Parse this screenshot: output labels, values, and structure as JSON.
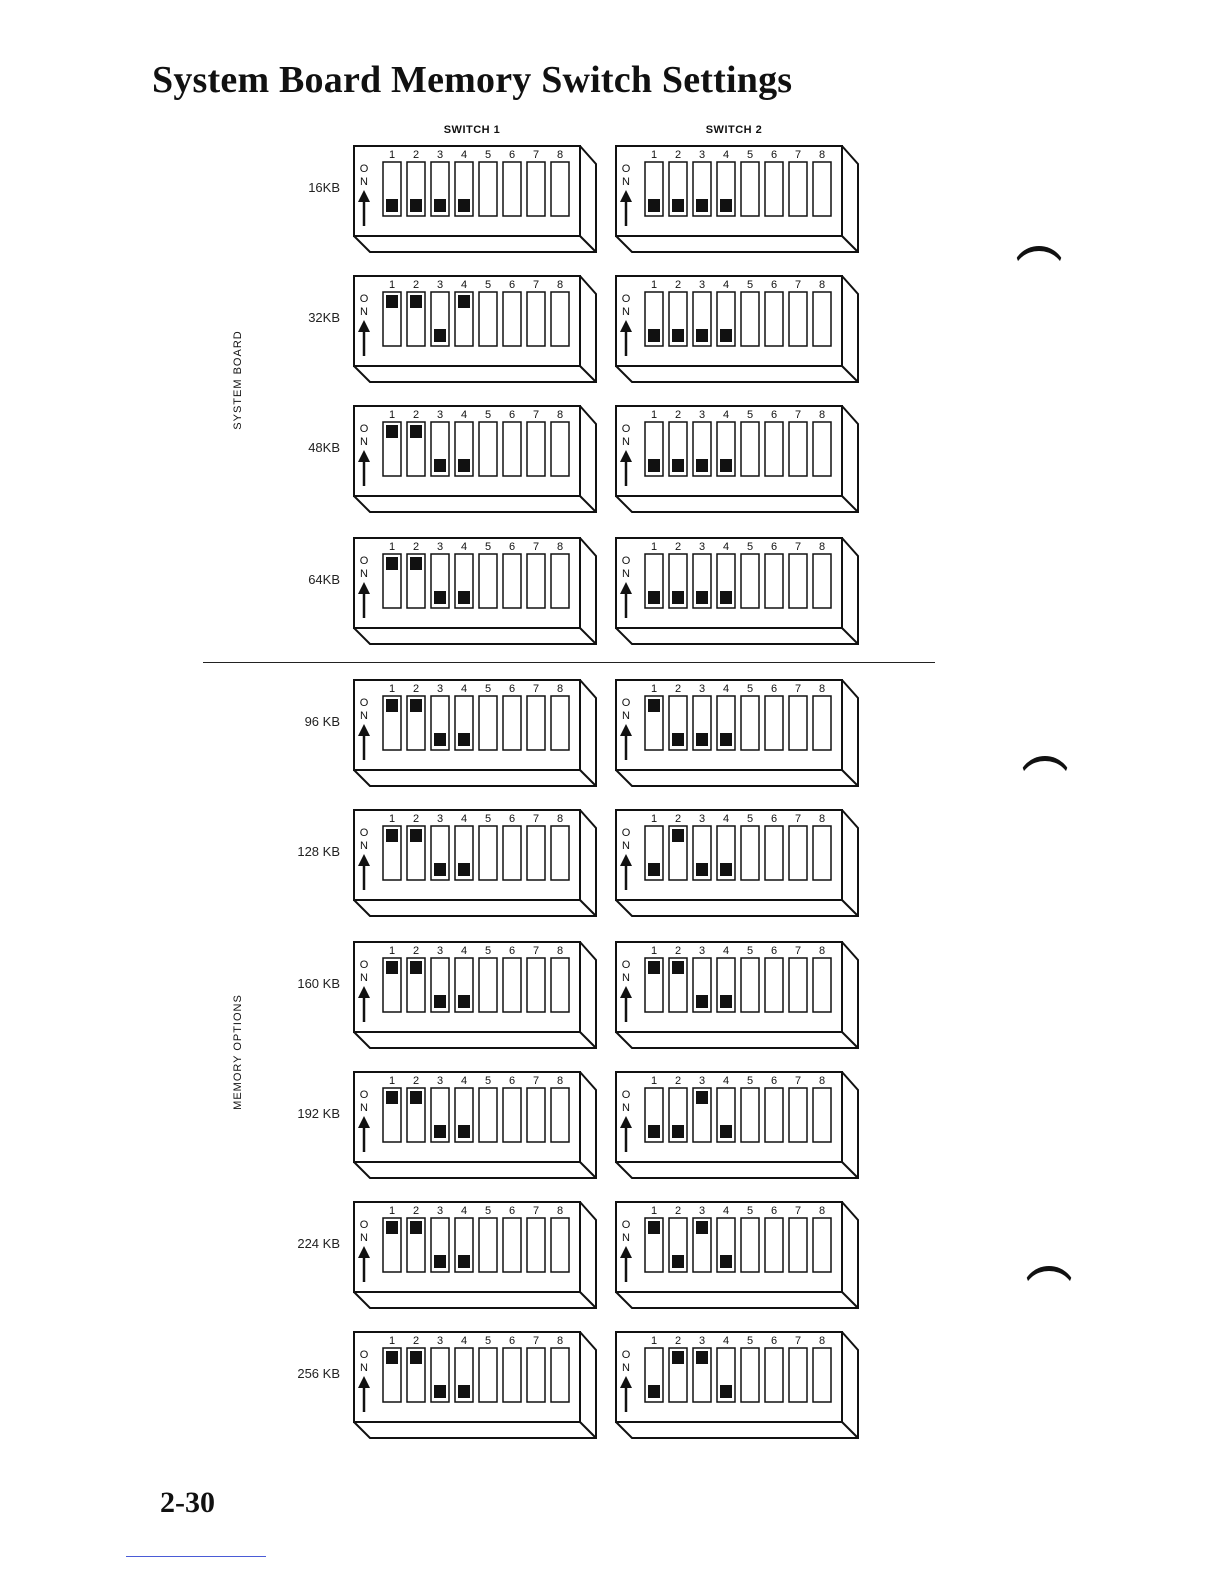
{
  "page": {
    "title": "System Board Memory Switch Settings",
    "page_number": "2-30"
  },
  "columns": {
    "switch1": "SWITCH 1",
    "switch2": "SWITCH 2"
  },
  "groups": {
    "system_board": "SYSTEM BOARD",
    "memory_options": "MEMORY OPTIONS"
  },
  "switch_labels": {
    "positions": [
      "1",
      "2",
      "3",
      "4",
      "5",
      "6",
      "7",
      "8"
    ],
    "on_o": "O",
    "on_n": "N"
  },
  "settings": [
    {
      "label": "16KB",
      "group": "system_board",
      "switch1": [
        false,
        false,
        false,
        false,
        true,
        true,
        true,
        true
      ],
      "switch2": [
        false,
        false,
        false,
        false,
        true,
        true,
        true,
        true
      ]
    },
    {
      "label": "32KB",
      "group": "system_board",
      "switch1": [
        true,
        true,
        false,
        true,
        true,
        true,
        true,
        true
      ],
      "switch2": [
        false,
        false,
        false,
        false,
        true,
        true,
        true,
        true
      ]
    },
    {
      "label": "48KB",
      "group": "system_board",
      "switch1": [
        true,
        true,
        false,
        false,
        true,
        true,
        true,
        true
      ],
      "switch2": [
        false,
        false,
        false,
        false,
        true,
        true,
        true,
        true
      ]
    },
    {
      "label": "64KB",
      "group": "system_board",
      "switch1": [
        true,
        true,
        false,
        false,
        true,
        true,
        true,
        true
      ],
      "switch2": [
        false,
        false,
        false,
        false,
        true,
        true,
        true,
        true
      ]
    },
    {
      "label": "96 KB",
      "group": "memory_options",
      "switch1": [
        true,
        true,
        false,
        false,
        true,
        true,
        true,
        true
      ],
      "switch2": [
        true,
        false,
        false,
        false,
        true,
        true,
        true,
        true
      ]
    },
    {
      "label": "128 KB",
      "group": "memory_options",
      "switch1": [
        true,
        true,
        false,
        false,
        true,
        true,
        true,
        true
      ],
      "switch2": [
        false,
        true,
        false,
        false,
        true,
        true,
        true,
        true
      ]
    },
    {
      "label": "160 KB",
      "group": "memory_options",
      "switch1": [
        true,
        true,
        false,
        false,
        true,
        true,
        true,
        true
      ],
      "switch2": [
        true,
        true,
        false,
        false,
        true,
        true,
        true,
        true
      ]
    },
    {
      "label": "192 KB",
      "group": "memory_options",
      "switch1": [
        true,
        true,
        false,
        false,
        true,
        true,
        true,
        true
      ],
      "switch2": [
        false,
        false,
        true,
        false,
        true,
        true,
        true,
        true
      ]
    },
    {
      "label": "224 KB",
      "group": "memory_options",
      "switch1": [
        true,
        true,
        false,
        false,
        true,
        true,
        true,
        true
      ],
      "switch2": [
        true,
        false,
        true,
        false,
        true,
        true,
        true,
        true
      ]
    },
    {
      "label": "256 KB",
      "group": "memory_options",
      "switch1": [
        true,
        true,
        false,
        false,
        true,
        true,
        true,
        true
      ],
      "switch2": [
        false,
        true,
        true,
        false,
        true,
        true,
        true,
        true
      ]
    }
  ]
}
